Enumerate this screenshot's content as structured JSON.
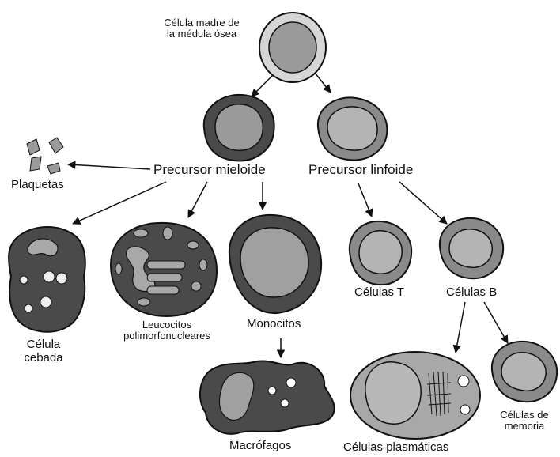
{
  "labels": {
    "stem_cell": [
      "Célula madre de",
      "la médula ósea"
    ],
    "myeloid_precursor": "Precursor mieloide",
    "lymphoid_precursor": "Precursor linfoide",
    "platelets": "Plaquetas",
    "mast_cell": [
      "Célula",
      "cebada"
    ],
    "polymorphonuclear": [
      "Leucocitos",
      "polimorfonucleares"
    ],
    "monocytes": "Monocitos",
    "macrophages": "Macrófagos",
    "t_cells": "Células T",
    "b_cells": "Células B",
    "plasma_cells": "Células plasmáticas",
    "memory_cells": [
      "Células de",
      "memoria"
    ]
  }
}
